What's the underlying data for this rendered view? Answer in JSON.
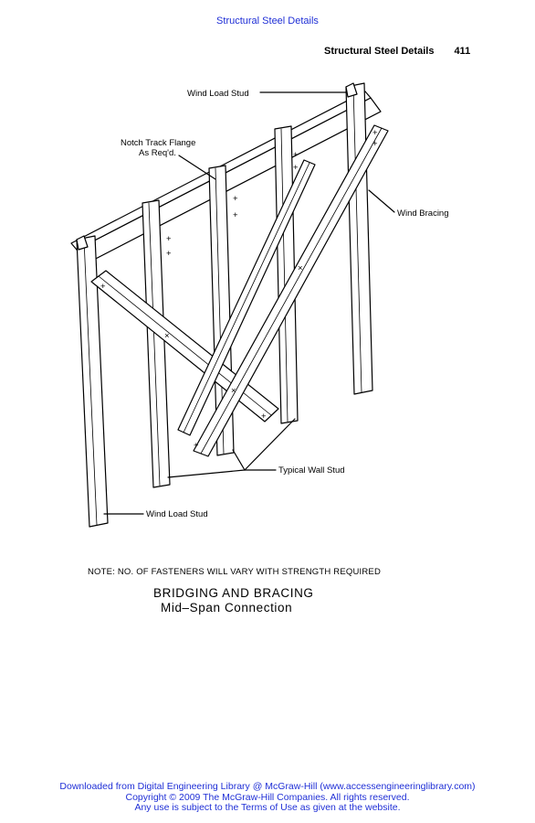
{
  "header": {
    "top_link": "Structural Steel Details",
    "running_title": "Structural Steel Details",
    "page_number": "411"
  },
  "figure": {
    "callouts": {
      "wind_load_stud_top": "Wind Load Stud",
      "notch_line1": "Notch Track Flange",
      "notch_line2": "As Req'd.",
      "wind_bracing": "Wind Bracing",
      "typical_wall_stud": "Typical Wall Stud",
      "wind_load_stud_bottom": "Wind Load Stud"
    },
    "note": "NOTE: NO. OF FASTENERS WILL VARY WITH STRENGTH REQUIRED",
    "title_line1": "BRIDGING AND BRACING",
    "title_line2": "Mid–Span Connection"
  },
  "footer": {
    "line1": "Downloaded from Digital Engineering Library @ McGraw-Hill (www.accessengineeringlibrary.com)",
    "line2": "Copyright © 2009 The McGraw-Hill Companies. All rights reserved.",
    "line3": "Any use is subject to the Terms of Use as given at the website."
  }
}
